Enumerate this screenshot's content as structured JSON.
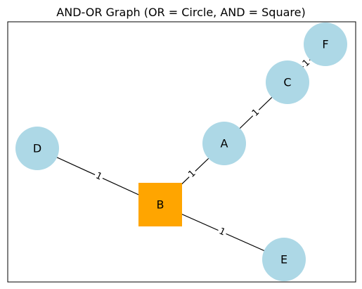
{
  "title": "AND-OR Graph (OR = Circle, AND = Square)",
  "colors": {
    "or_node": "#add8e6",
    "and_node": "#ffa500",
    "edge": "#000000",
    "frame": "#000000"
  },
  "nodes": [
    {
      "id": "A",
      "label": "A",
      "type": "OR",
      "shape": "circle"
    },
    {
      "id": "B",
      "label": "B",
      "type": "AND",
      "shape": "square"
    },
    {
      "id": "C",
      "label": "C",
      "type": "OR",
      "shape": "circle"
    },
    {
      "id": "D",
      "label": "D",
      "type": "OR",
      "shape": "circle"
    },
    {
      "id": "E",
      "label": "E",
      "type": "OR",
      "shape": "circle"
    },
    {
      "id": "F",
      "label": "F",
      "type": "OR",
      "shape": "circle"
    }
  ],
  "edges": [
    {
      "from": "B",
      "to": "A",
      "label": "1"
    },
    {
      "from": "B",
      "to": "D",
      "label": "1"
    },
    {
      "from": "B",
      "to": "E",
      "label": "1"
    },
    {
      "from": "A",
      "to": "C",
      "label": "1"
    },
    {
      "from": "C",
      "to": "F",
      "label": "1"
    }
  ]
}
